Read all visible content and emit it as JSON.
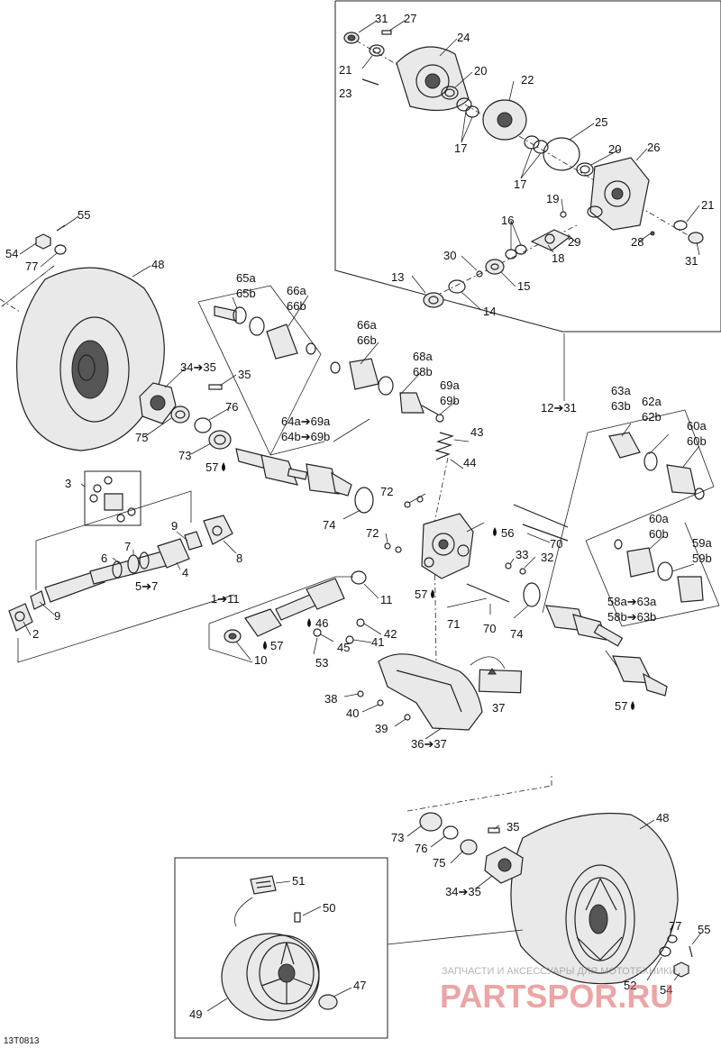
{
  "diagram_id": "13T0813",
  "watermark": {
    "line1": "ЗАПЧАСТИ И АКСЕССУАРЫ ДЛЯ МОТОТЕХНИКИ",
    "line2": "PARTSPOR.RU"
  },
  "labels": {
    "l31a": "31",
    "l27": "27",
    "l24": "24",
    "l21a": "21",
    "l23": "23",
    "l20a": "20",
    "l22": "22",
    "l17a": "17",
    "l25": "25",
    "l17b": "17",
    "l20b": "20",
    "l26": "26",
    "l19": "19",
    "l21b": "21",
    "l16": "16",
    "l29": "29",
    "l28": "28",
    "l31b": "31",
    "l18": "18",
    "l30": "30",
    "l13": "13",
    "l15": "15",
    "l14": "14",
    "l55a": "55",
    "l54a": "54",
    "l77a": "77",
    "l48a": "48",
    "l65a": "65a",
    "l65b": "65b",
    "l66a1": "66a",
    "l66b1": "66b",
    "l66a2": "66a",
    "l66b2": "66b",
    "l68a": "68a",
    "l68b": "68b",
    "l69a": "69a",
    "l69b": "69b",
    "l34a": "34➔35",
    "l35a": "35",
    "l76a": "76",
    "l75a": "75",
    "l73a": "73",
    "l57a": "57",
    "l64a": "64a➔69a",
    "l64b": "64b➔69b",
    "l12": "12➔31",
    "l43": "43",
    "l44": "44",
    "l63a": "63a",
    "l63b": "63b",
    "l62a": "62a",
    "l62b": "62b",
    "l60a1": "60a",
    "l60b1": "60b",
    "l3": "3",
    "l9a": "9",
    "l8": "8",
    "l7": "7",
    "l6": "6",
    "l4": "4",
    "l5": "5➔7",
    "l9b": "9",
    "l2": "2",
    "l72a": "72",
    "l72b": "72",
    "l74a": "74",
    "l56": "56",
    "l70a": "70",
    "l33": "33",
    "l32": "32",
    "l60a2": "60a",
    "l60b2": "60b",
    "l59a": "59a",
    "l59b": "59b",
    "l1": "1➔11",
    "l11": "11",
    "l46": "46",
    "l42": "42",
    "l41": "41",
    "l45": "45",
    "l57b": "57",
    "l53": "53",
    "l10": "10",
    "l57c": "57",
    "l71": "71",
    "l70b": "70",
    "l74b": "74",
    "l58a": "58a➔63a",
    "l58b": "58b➔63b",
    "l38": "38",
    "l40": "40",
    "l39": "39",
    "l37": "37",
    "l36": "36➔37",
    "l57d": "57",
    "l73b": "73",
    "l76b": "76",
    "l35b": "35",
    "l75b": "75",
    "l34b": "34➔35",
    "l48b": "48",
    "l51": "51",
    "l50": "50",
    "l77b": "77",
    "l55b": "55",
    "l52": "52",
    "l54b": "54",
    "l47": "47",
    "l49": "49"
  }
}
